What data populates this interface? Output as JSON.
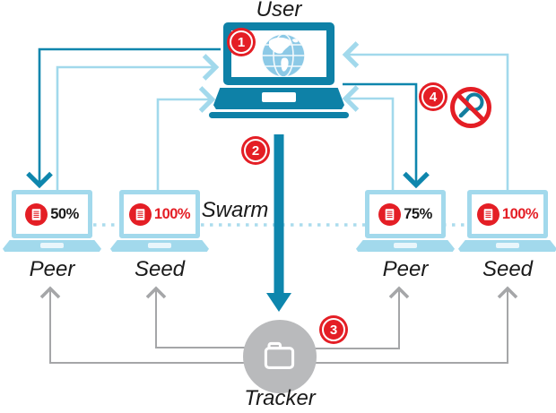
{
  "user": {
    "label": "User",
    "badge": "1",
    "icon": "globe-icon"
  },
  "download_arrow": {
    "badge": "2"
  },
  "swarm": {
    "label": "Swarm",
    "nodes": [
      {
        "label": "Peer",
        "percent": "50%",
        "type": "peer",
        "icon": "document-icon"
      },
      {
        "label": "Seed",
        "percent": "100%",
        "type": "seed",
        "icon": "document-icon"
      },
      {
        "label": "Peer",
        "percent": "75%",
        "type": "peer",
        "icon": "document-icon"
      },
      {
        "label": "Seed",
        "percent": "100%",
        "type": "seed",
        "icon": "document-icon"
      }
    ]
  },
  "tracker": {
    "label": "Tracker",
    "badge": "3",
    "icon": "folder-icon"
  },
  "no_search": {
    "badge": "4",
    "icon": "no-search-icon"
  },
  "colors": {
    "teal_dark": "#0e81a7",
    "teal_arrow": "#0e86ad",
    "blue_light": "#a2d9ec",
    "blue_dotted": "#abdced",
    "red": "#e41e25",
    "gray_circle": "#b9babc",
    "gray_arrow": "#a5a6a8",
    "text": "#1a1a1a"
  }
}
